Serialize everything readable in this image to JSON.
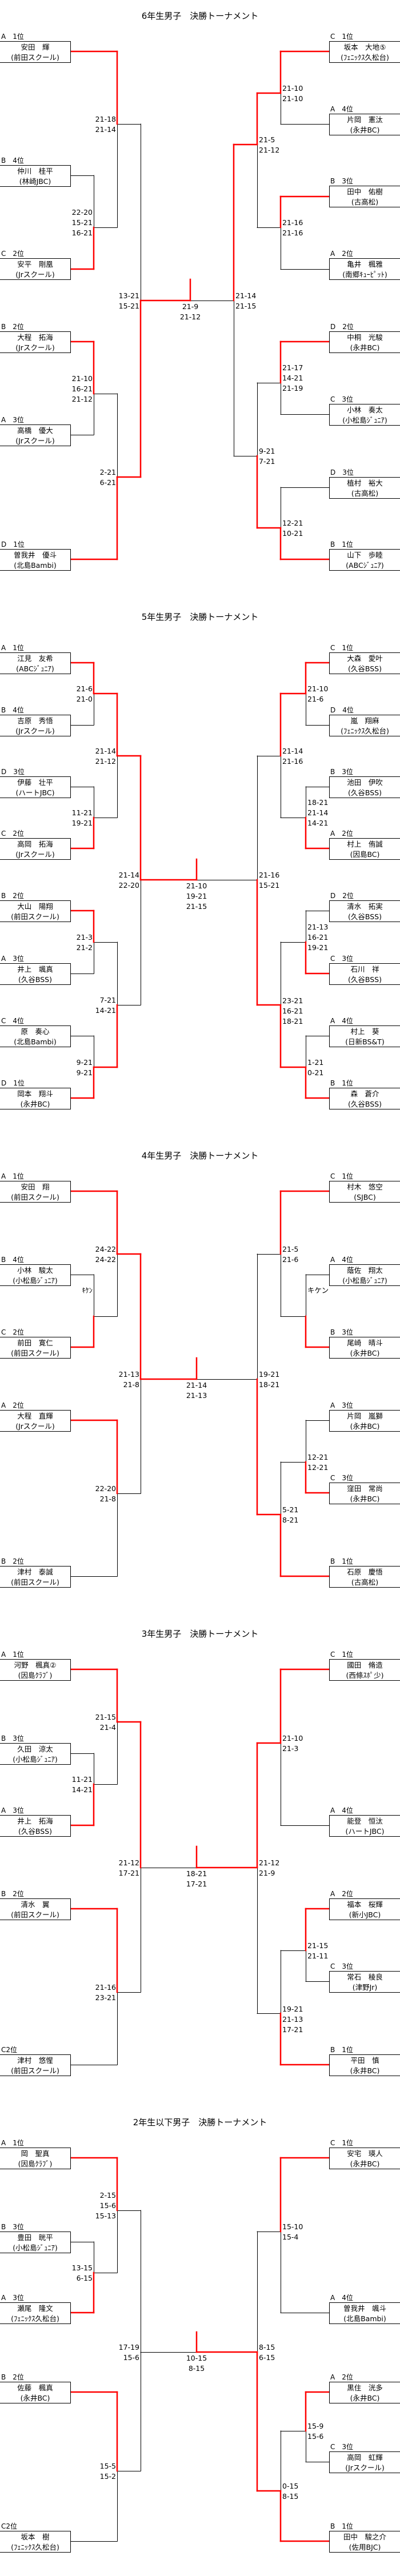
{
  "colors": {
    "winner_line": "#ff0000",
    "line": "#000000"
  },
  "sections": [
    {
      "title": "6年生男子　決勝トーナメント",
      "players": [
        {
          "seed": "A　1位",
          "name": "安田　輝",
          "team": "(前田スクール)"
        },
        {
          "seed": "B　4位",
          "name": "仲川　桂平",
          "team": "(林崎JBC)"
        },
        {
          "seed": "C　2位",
          "name": "安平　剛凰",
          "team": "(Jrスクール)"
        },
        {
          "seed": "B　2位",
          "name": "大程　拓海",
          "team": "(Jrスクール)"
        },
        {
          "seed": "A　3位",
          "name": "高橋　優大",
          "team": "(Jrスクール)"
        },
        {
          "seed": "D　1位",
          "name": "曽我井　優斗",
          "team": "(北島Bambi)"
        },
        {
          "seed": "C　1位",
          "name": "坂本　大地⑤",
          "team": "(ﾌｪﾆｯｸｽ久松台)"
        },
        {
          "seed": "A　4位",
          "name": "片岡　憲汰",
          "team": "(永井BC)"
        },
        {
          "seed": "B　3位",
          "name": "田中　佑樹",
          "team": "(古高松)"
        },
        {
          "seed": "A　2位",
          "name": "亀井　楓雅",
          "team": "(南郷ｷｭｰﾋﾟｯﾄ)"
        },
        {
          "seed": "D　2位",
          "name": "中桐　光駿",
          "team": "(永井BC)"
        },
        {
          "seed": "C　3位",
          "name": "小林　奏太",
          "team": "(小松島ｼﾞｭﾆｱ)"
        },
        {
          "seed": "D　3位",
          "name": "植村　裕大",
          "team": "(古高松)"
        },
        {
          "seed": "B　1位",
          "name": "山下　歩睦",
          "team": "(ABCｼﾞｭﾆｱ)"
        }
      ],
      "matches": [
        {
          "scores": [
            "22-20",
            "15-21",
            "16-21"
          ]
        },
        {
          "scores": [
            "21-18",
            "21-14"
          ]
        },
        {
          "scores": [
            "21-10",
            "16-21",
            "21-12"
          ]
        },
        {
          "scores": [
            "2-21",
            "6-21"
          ]
        },
        {
          "scores": [
            "13-21",
            "15-21"
          ]
        },
        {
          "scores": [
            "21-10",
            "21-10"
          ]
        },
        {
          "scores": [
            "21-16",
            "21-16"
          ]
        },
        {
          "scores": [
            "21-17",
            "14-21",
            "21-19"
          ]
        },
        {
          "scores": [
            "12-21",
            "10-21"
          ]
        },
        {
          "scores": [
            "21-5",
            "21-12"
          ]
        },
        {
          "scores": [
            "9-21",
            "7-21"
          ]
        },
        {
          "scores": [
            "21-14",
            "21-15"
          ]
        }
      ],
      "final": {
        "scores": [
          "21-9",
          "21-12"
        ]
      }
    },
    {
      "title": "5年生男子　決勝トーナメント",
      "players": [
        {
          "seed": "A　1位",
          "name": "江見　友希",
          "team": "(ABCｼﾞｭﾆｱ)"
        },
        {
          "seed": "B　4位",
          "name": "吉原　秀悟",
          "team": "(Jrスクール)"
        },
        {
          "seed": "D　3位",
          "name": "伊藤　壮平",
          "team": "(ハートJBC)"
        },
        {
          "seed": "C　2位",
          "name": "高岡　拓海",
          "team": "(Jrスクール)"
        },
        {
          "seed": "B　2位",
          "name": "大山　陽翔",
          "team": "(前田スクール)"
        },
        {
          "seed": "A　3位",
          "name": "井上　颯真",
          "team": "(久谷BSS)"
        },
        {
          "seed": "C　4位",
          "name": "原　奏心",
          "team": "(北島Bambi)"
        },
        {
          "seed": "D　1位",
          "name": "岡本　翔斗",
          "team": "(永井BC)"
        },
        {
          "seed": "C　1位",
          "name": "大森　愛叶",
          "team": "(久谷BSS)"
        },
        {
          "seed": "D　4位",
          "name": "嵐　翔麻",
          "team": "(ﾌｪﾆｯｸｽ久松台)"
        },
        {
          "seed": "B　3位",
          "name": "池田　伊吹",
          "team": "(久谷BSS)"
        },
        {
          "seed": "A　2位",
          "name": "村上　侑誠",
          "team": "(因島BC)"
        },
        {
          "seed": "D　2位",
          "name": "清水　拓実",
          "team": "(久谷BSS)"
        },
        {
          "seed": "C　3位",
          "name": "石川　祥",
          "team": "(久谷BSS)"
        },
        {
          "seed": "A　4位",
          "name": "村上　葵",
          "team": "(日新BS&T)"
        },
        {
          "seed": "B　1位",
          "name": "森　蒼介",
          "team": "(久谷BSS)"
        }
      ],
      "matches": [
        {
          "scores": [
            "21-6",
            "21-0"
          ]
        },
        {
          "scores": [
            "11-21",
            "19-21"
          ]
        },
        {
          "scores": [
            "21-3",
            "21-2"
          ]
        },
        {
          "scores": [
            "9-21",
            "9-21"
          ]
        },
        {
          "scores": [
            "21-14",
            "21-12"
          ]
        },
        {
          "scores": [
            "7-21",
            "14-21"
          ]
        },
        {
          "scores": [
            "21-14",
            "22-20"
          ]
        },
        {
          "scores": [
            "21-10",
            "21-6"
          ]
        },
        {
          "scores": [
            "18-21",
            "21-14",
            "14-21"
          ]
        },
        {
          "scores": [
            "21-13",
            "16-21",
            "19-21"
          ]
        },
        {
          "scores": [
            "1-21",
            "0-21"
          ]
        },
        {
          "scores": [
            "21-14",
            "21-16"
          ]
        },
        {
          "scores": [
            "23-21",
            "16-21",
            "18-21"
          ]
        },
        {
          "scores": [
            "21-16",
            "15-21"
          ]
        }
      ],
      "final": {
        "scores": [
          "21-10",
          "19-21",
          "21-15"
        ]
      }
    },
    {
      "title": "4年生男子　決勝トーナメント",
      "players": [
        {
          "seed": "A　1位",
          "name": "安田　翔",
          "team": "(前田スクール)"
        },
        {
          "seed": "B　4位",
          "name": "小林　駿太",
          "team": "(小松島ｼﾞｭﾆｱ)"
        },
        {
          "seed": "C　2位",
          "name": "前田　寛仁",
          "team": "(前田スクール)"
        },
        {
          "seed": "A　2位",
          "name": "大程　直輝",
          "team": "(Jrスクール)"
        },
        {
          "seed": "B　2位",
          "name": "津村　泰誠",
          "team": "(前田スクール)"
        },
        {
          "seed": "C　1位",
          "name": "村木　悠空",
          "team": "(SJBC)"
        },
        {
          "seed": "A　4位",
          "name": "蔭佐　翔太",
          "team": "(小松島ｼﾞｭﾆｱ)"
        },
        {
          "seed": "B　3位",
          "name": "尾崎　晴斗",
          "team": "(永井BC)"
        },
        {
          "seed": "A　3位",
          "name": "片岡　嵐獅",
          "team": "(永井BC)"
        },
        {
          "seed": "C　3位",
          "name": "窪田　常尚",
          "team": "(永井BC)"
        },
        {
          "seed": "B　1位",
          "name": "石原　慶悟",
          "team": "(古高松)"
        }
      ],
      "matches": [
        {
          "scores": [
            "ｷｹﾝ"
          ]
        },
        {
          "scores": [
            "24-22",
            "24-22"
          ]
        },
        {
          "scores": [
            "22-20",
            "21-8"
          ]
        },
        {
          "scores": [
            "21-13",
            "21-8"
          ]
        },
        {
          "scores": [
            "キケン"
          ]
        },
        {
          "scores": [
            "12-21",
            "12-21"
          ]
        },
        {
          "scores": [
            "21-5",
            "21-6"
          ]
        },
        {
          "scores": [
            "5-21",
            "8-21"
          ]
        },
        {
          "scores": [
            "19-21",
            "18-21"
          ]
        }
      ],
      "final": {
        "scores": [
          "21-14",
          "21-13"
        ]
      }
    },
    {
      "title": "3年生男子　決勝トーナメント",
      "players": [
        {
          "seed": "A　1位",
          "name": "河野　楓真②",
          "team": "(因島ｸﾗﾌﾞ)"
        },
        {
          "seed": "B　3位",
          "name": "久田　涼太",
          "team": "(小松島ｼﾞｭﾆｱ)"
        },
        {
          "seed": "A　3位",
          "name": "井上　拓海",
          "team": "(久谷BSS)"
        },
        {
          "seed": "B　2位",
          "name": "清水　翼",
          "team": "(前田スクール)"
        },
        {
          "seed": "C2位",
          "name": "津村　悠惺",
          "team": "(前田スクール)"
        },
        {
          "seed": "C　1位",
          "name": "國田　脩造",
          "team": "(西條ｽﾎﾟ少)"
        },
        {
          "seed": "A　4位",
          "name": "能登　恒汰",
          "team": "(ハートJBC)"
        },
        {
          "seed": "A　2位",
          "name": "福本　桜輝",
          "team": "(新小JBC)"
        },
        {
          "seed": "C　3位",
          "name": "常石　稜良",
          "team": "(津野Jr)"
        },
        {
          "seed": "B　1位",
          "name": "平田　慎",
          "team": "(永井BC)"
        }
      ],
      "matches": [
        {
          "scores": [
            "11-21",
            "14-21"
          ]
        },
        {
          "scores": [
            "21-15",
            "21-4"
          ]
        },
        {
          "scores": [
            "21-16",
            "23-21"
          ]
        },
        {
          "scores": [
            "21-12",
            "17-21"
          ]
        },
        {
          "scores": [
            "21-10",
            "21-3"
          ]
        },
        {
          "scores": [
            "21-15",
            "21-11"
          ]
        },
        {
          "scores": [
            "19-21",
            "21-13",
            "17-21"
          ]
        },
        {
          "scores": [
            "21-12",
            "21-9"
          ]
        }
      ],
      "final": {
        "scores": [
          "18-21",
          "17-21"
        ]
      }
    },
    {
      "title": "2年生以下男子　決勝トーナメント",
      "players": [
        {
          "seed": "A　1位",
          "name": "岡　聖真",
          "team": "(因島ｸﾗﾌﾞ)"
        },
        {
          "seed": "B　3位",
          "name": "豊田　晄平",
          "team": "(小松島ｼﾞｭﾆｱ)"
        },
        {
          "seed": "A　3位",
          "name": "瀬尾　隆文",
          "team": "(ﾌｪﾆｯｸｽ久松台)"
        },
        {
          "seed": "B　2位",
          "name": "佐藤　楓真",
          "team": "(永井BC)"
        },
        {
          "seed": "C2位",
          "name": "坂本　樹",
          "team": "(ﾌｪﾆｯｸｽ久松台)"
        },
        {
          "seed": "C　1位",
          "name": "安宅　瑛人",
          "team": "(永井BC)"
        },
        {
          "seed": "A　4位",
          "name": "曽我井　颯斗",
          "team": "(北島Bambi)"
        },
        {
          "seed": "A　2位",
          "name": "黒住　洸多",
          "team": "(永井BC)"
        },
        {
          "seed": "C　3位",
          "name": "高岡　虹輝",
          "team": "(Jrスクール)"
        },
        {
          "seed": "B　1位",
          "name": "田中　駿之介",
          "team": "(佐用BJC)"
        }
      ],
      "matches": [
        {
          "scores": [
            "13-15",
            "6-15"
          ]
        },
        {
          "scores": [
            "2-15",
            "15-6",
            "15-13"
          ]
        },
        {
          "scores": [
            "15-5",
            "15-2"
          ]
        },
        {
          "scores": [
            "17-19",
            "15-6"
          ]
        },
        {
          "scores": [
            "15-10",
            "15-4"
          ]
        },
        {
          "scores": [
            "15-9",
            "15-6"
          ]
        },
        {
          "scores": [
            "0-15",
            "8-15"
          ]
        },
        {
          "scores": [
            "8-15",
            "6-15"
          ]
        }
      ],
      "final": {
        "scores": [
          "10-15",
          "8-15"
        ]
      }
    }
  ]
}
